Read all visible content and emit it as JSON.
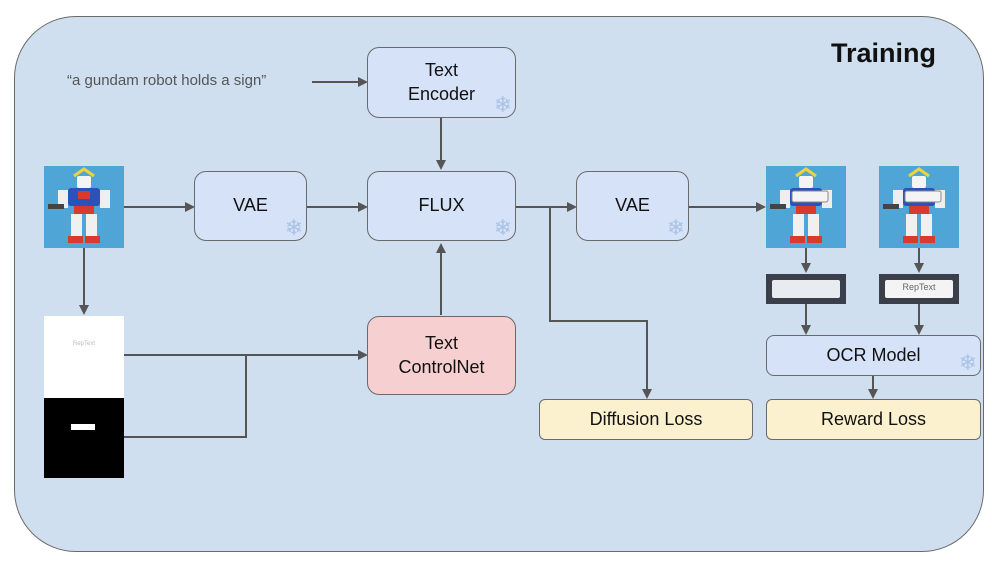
{
  "title": "Training",
  "prompt": "“a gundam robot holds a sign”",
  "nodes": {
    "text_encoder": "Text\nEncoder",
    "vae_in": "VAE",
    "flux": "FLUX",
    "vae_out": "VAE",
    "text_controlnet": "Text\nControlNet",
    "ocr_model": "OCR Model",
    "diffusion_loss": "Diffusion Loss",
    "reward_loss": "Reward Loss"
  },
  "glyph_text": "RepText",
  "icons": {
    "frozen": "snowflake-icon",
    "image": "robot-image"
  },
  "colors": {
    "background": "#cfdff0",
    "module_blue": "#d6e2f7",
    "controlnet_pink": "#f6cfd0",
    "loss_yellow": "#fbf1cf",
    "frozen_flake": "#a9c3e6"
  }
}
